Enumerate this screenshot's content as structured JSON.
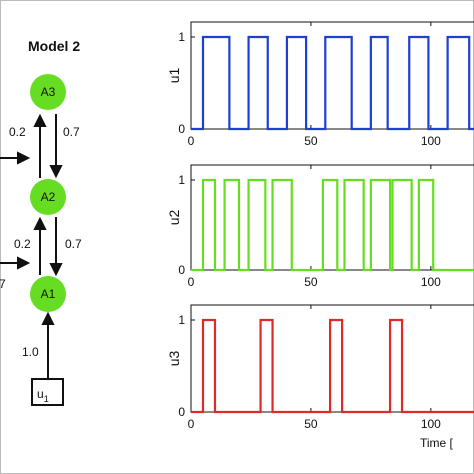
{
  "diagram": {
    "title": "Model 2",
    "nodes": [
      {
        "id": "A3",
        "label": "A3"
      },
      {
        "id": "A2",
        "label": "A2"
      },
      {
        "id": "A1",
        "label": "A1"
      }
    ],
    "input_box": {
      "label": "u",
      "subscript": "1"
    },
    "edges": {
      "a3_a2_up": "0.2",
      "a3_a2_down": "0.7",
      "a2_a1_up": "0.2",
      "a2_a1_down": "0.7",
      "u1_a1": "1.0",
      "partial_left_a1": "7"
    },
    "colors": {
      "node_fill": "#66dd22"
    }
  },
  "chart_data": [
    {
      "type": "line",
      "ylabel": "u1",
      "color": "#1f3fd0",
      "xticks": [
        "0",
        "50",
        "100"
      ],
      "yticks": [
        "0",
        "1"
      ],
      "xlim": [
        0,
        118
      ],
      "ylim": [
        0,
        1
      ],
      "pulses": [
        [
          5,
          16
        ],
        [
          24,
          32
        ],
        [
          40,
          48
        ],
        [
          56,
          67
        ],
        [
          75,
          82
        ],
        [
          91,
          99
        ],
        [
          107,
          116
        ]
      ]
    },
    {
      "type": "line",
      "ylabel": "u2",
      "color": "#66dd22",
      "xticks": [
        "0",
        "50",
        "100"
      ],
      "yticks": [
        "0",
        "1"
      ],
      "xlim": [
        0,
        118
      ],
      "ylim": [
        0,
        1
      ],
      "pulses": [
        [
          5,
          10
        ],
        [
          14,
          20
        ],
        [
          24,
          31
        ],
        [
          34,
          42
        ],
        [
          55,
          61
        ],
        [
          64,
          72
        ],
        [
          75,
          83
        ],
        [
          84,
          92
        ],
        [
          95,
          101
        ]
      ]
    },
    {
      "type": "line",
      "ylabel": "u3",
      "color": "#e02a2a",
      "xticks": [
        "0",
        "50",
        "100"
      ],
      "yticks": [
        "0",
        "1"
      ],
      "xlim": [
        0,
        118
      ],
      "ylim": [
        0,
        1
      ],
      "pulses": [
        [
          5,
          10
        ],
        [
          29,
          34
        ],
        [
          58,
          63
        ],
        [
          83,
          88
        ]
      ]
    }
  ],
  "xaxis_label": "Time ["
}
